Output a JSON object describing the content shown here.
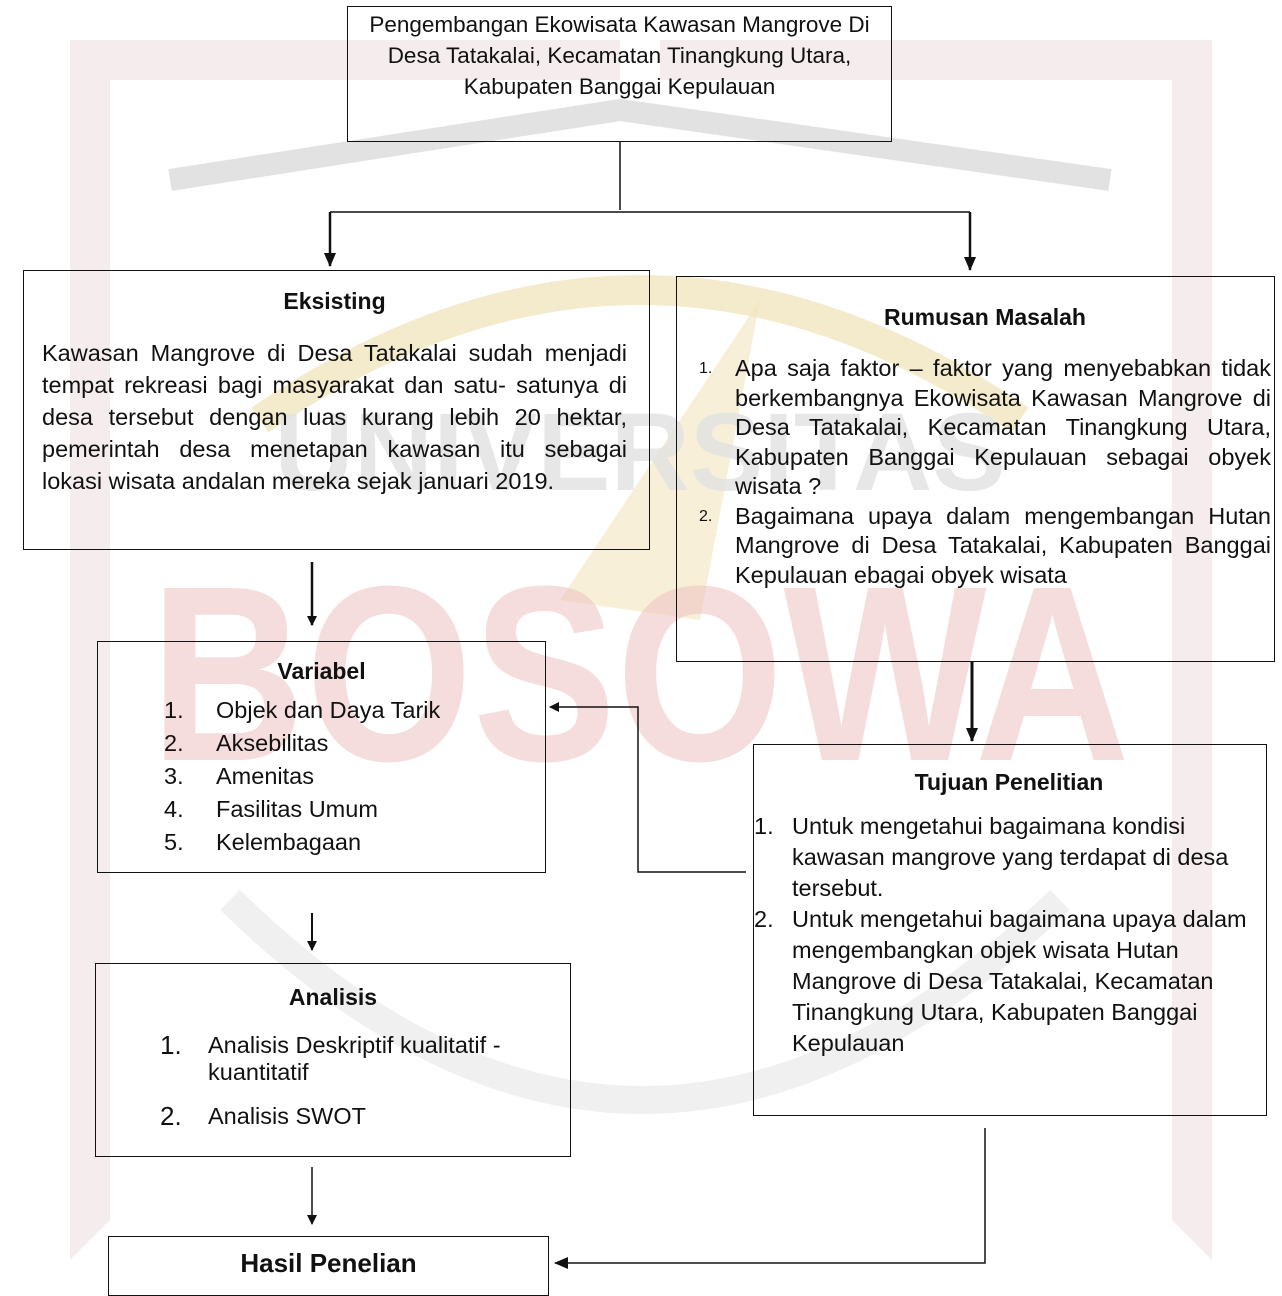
{
  "watermark": {
    "text": "BOSOWA",
    "arc_text": "UNIVERSITAS",
    "colors": {
      "red": "#e4a2a2",
      "gray": "#d0d0d0",
      "gold": "#f0dca0"
    }
  },
  "top_box": {
    "text": "Pengembangan Ekowisata Kawasan Mangrove Di Desa Tatakalai, Kecamatan Tinangkung Utara, Kabupaten Banggai Kepulauan"
  },
  "eksisting": {
    "title": "Eksisting",
    "body": "Kawasan Mangrove di Desa Tatakalai sudah menjadi tempat rekreasi bagi masyarakat dan satu- satunya di desa tersebut dengan luas kurang lebih 20 hektar, pemerintah desa menetapan kawasan itu sebagai lokasi wisata andalan mereka sejak januari 2019."
  },
  "rumusan": {
    "title": "Rumusan Masalah",
    "items": [
      {
        "num": "1.",
        "text": "Apa saja faktor – faktor yang menyebabkan tidak berkembangnya Ekowisata Kawasan Mangrove di Desa Tatakalai, Kecamatan Tinangkung Utara, Kabupaten Banggai Kepulauan sebagai obyek wisata ?"
      },
      {
        "num": "2.",
        "text": "Bagaimana upaya dalam mengembangan Hutan Mangrove di Desa Tatakalai, Kabupaten Banggai Kepulauan ebagai obyek wisata"
      }
    ]
  },
  "variabel": {
    "title": "Variabel",
    "items": [
      {
        "num": "1.",
        "text": "Objek dan Daya Tarik"
      },
      {
        "num": "2.",
        "text": "Aksebilitas"
      },
      {
        "num": "3.",
        "text": "Amenitas"
      },
      {
        "num": "4.",
        "text": "Fasilitas Umum"
      },
      {
        "num": "5.",
        "text": "Kelembagaan"
      }
    ]
  },
  "tujuan": {
    "title": "Tujuan Penelitian",
    "items": [
      {
        "num": "1.",
        "text": "Untuk mengetahui bagaimana kondisi kawasan mangrove yang terdapat di desa  tersebut."
      },
      {
        "num": "2.",
        "text": "Untuk mengetahui bagaimana upaya dalam mengembangkan objek wisata Hutan Mangrove di Desa Tatakalai, Kecamatan Tinangkung Utara, Kabupaten Banggai Kepulauan"
      }
    ]
  },
  "analisis": {
    "title": "Analisis",
    "items": [
      {
        "num": "1.",
        "text": "Analisis Deskriptif kualitatif - kuantitatif"
      },
      {
        "num": "2.",
        "text": "Analisis SWOT"
      }
    ]
  },
  "hasil": {
    "title": "Hasil Penelian"
  }
}
